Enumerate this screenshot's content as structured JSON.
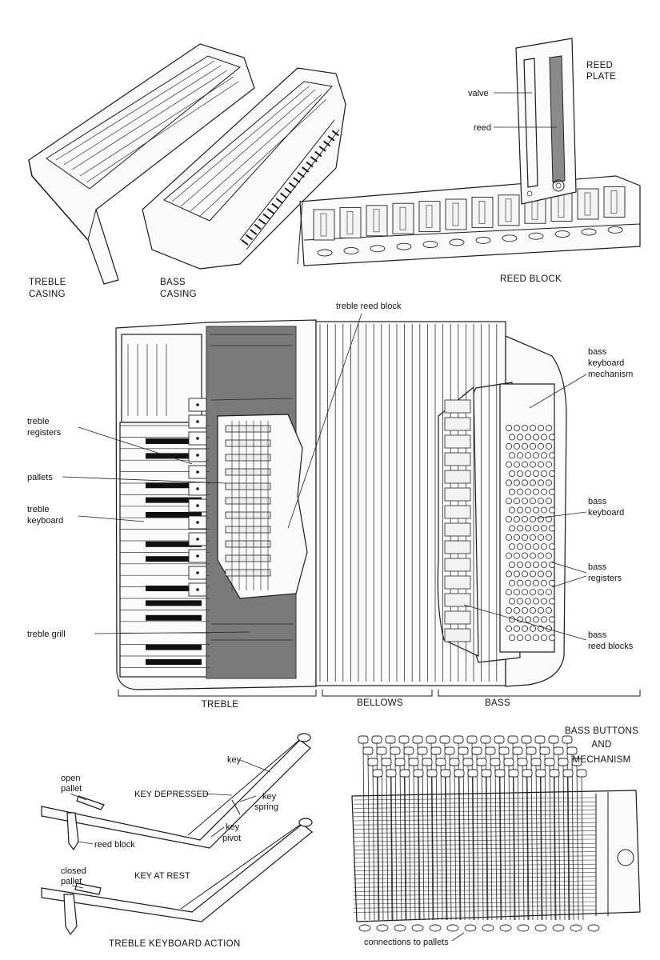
{
  "panels": {
    "casings": {
      "treble_casing": [
        "TREBLE",
        "CASING"
      ],
      "bass_casing": [
        "BASS",
        "CASING"
      ]
    },
    "reed_plate": {
      "title": [
        "REED",
        "PLATE"
      ],
      "valve": "valve",
      "reed": "reed"
    },
    "reed_block": {
      "caption": "REED BLOCK"
    },
    "accordion": {
      "treble_reed_block": "treble  reed  block",
      "treble_registers": [
        "treble",
        "registers"
      ],
      "pallets": "pallets",
      "treble_keyboard": [
        "treble",
        "keyboard"
      ],
      "treble_grill": "treble grill",
      "bass_keyboard_mechanism": [
        "bass",
        "keyboard",
        "mechanism"
      ],
      "bass_keyboard": [
        "bass",
        "keyboard"
      ],
      "bass_registers": [
        "bass",
        "registers"
      ],
      "bass_reed_blocks": [
        "bass",
        "reed  blocks"
      ],
      "sections": [
        "TREBLE",
        "BELLOWS",
        "BASS"
      ]
    },
    "keyboard_action": {
      "open_pallet": [
        "open",
        "pallet"
      ],
      "key_depressed": "KEY DEPRESSED",
      "key": "key",
      "key_spring": [
        "key",
        "spring"
      ],
      "key_pivot": [
        "key",
        "pivot"
      ],
      "reed_block": "reed  block",
      "closed_pallet": [
        "closed",
        "pallet"
      ],
      "key_at_rest": "KEY AT REST",
      "caption": "TREBLE KEYBOARD ACTION"
    },
    "bass_mechanism": {
      "title": [
        "BASS BUTTONS",
        "AND",
        "MECHANISM"
      ],
      "connections": "connections to pallets"
    }
  }
}
